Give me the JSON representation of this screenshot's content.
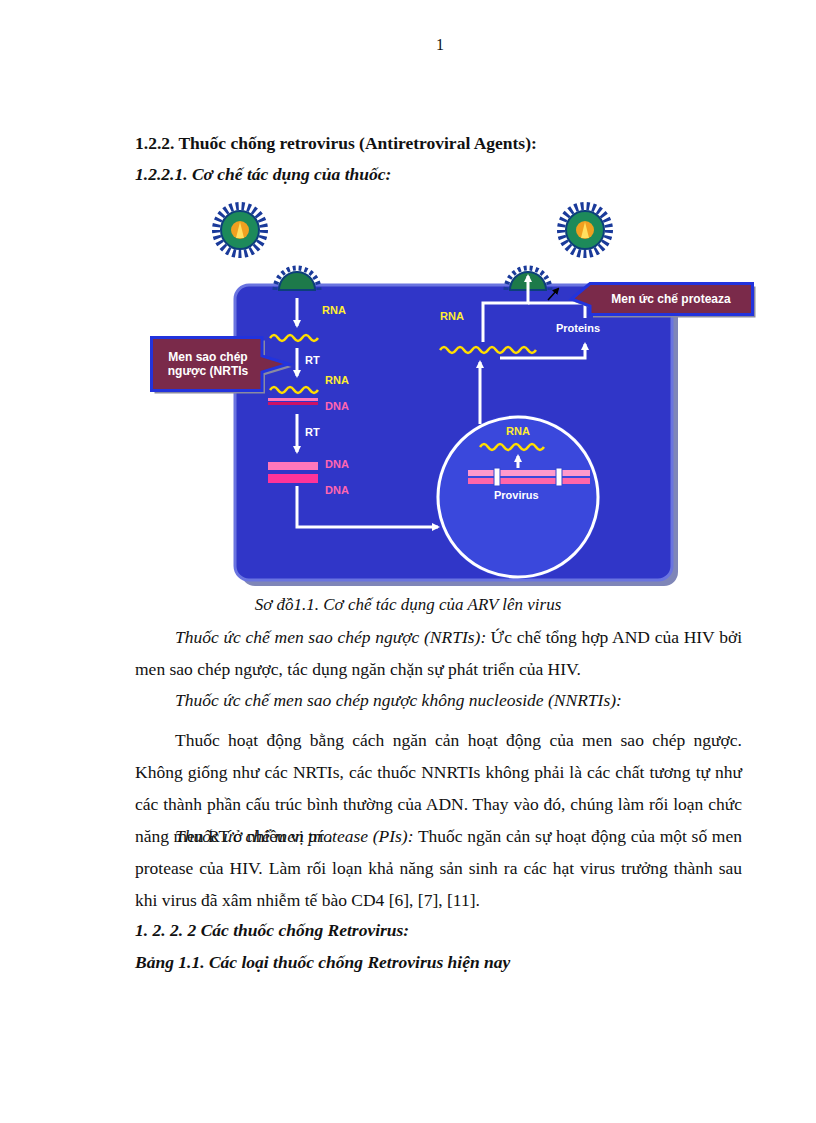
{
  "diagram": {
    "title": "1.2.2.1. Cơ chế tác dụng của thuốc:",
    "caption": "Sơ đồ1.1. Cơ chế tác dụng của ARV lên virus",
    "nodes": [
      {
        "text": [
          "Men ức chế proteaza"
        ]
      },
      {
        "text": [
          "Men sao chép ngược (NRTIs"
        ]
      },
      {
        "text": [
          "RNA",
          "Provirus"
        ]
      }
    ],
    "labels": [
      "1",
      "1.2.2. Thuốc chống retrovirus (Antiretroviral Agents):",
      "RNA",
      "RT",
      "RNA",
      "DNA",
      "RT",
      "DNA",
      "DNA",
      "RNA",
      "Proteins",
      "Thuốc ức chế men sao chép ngược (NRTIs):",
      "Ức chế tổng hợp AND của HIV bởi men sao chép ngược, tác dụng ngăn chặn sự phát triển của HIV.",
      "Thuốc ức chế men sao chép ngược không nucleoside (NNRTIs):",
      "Thuốc hoạt động bằng cách ngăn cản hoạt động của men sao chép ngược. Không giống như các NRTIs, các thuốc NNRTIs không phải là các chất tương tự như các thành phần cấu trúc bình thường của ADN. Thay vào đó, chúng làm rối loạn chức năng men RT ở nhiều vị trí .",
      "Thuốc ức chế men protease (PIs):",
      "Thuốc ngăn cản sự hoạt động của một số men protease của HIV. Làm rối loạn khả năng sản sinh ra các hạt virus trưởng thành sau khi virus đã xâm nhiễm tế bào CD4 [6], [7], [11].",
      "1. 2. 2. 2 Các thuốc chống Retrovirus:",
      "Bảng 1.1. Các loại thuốc chống Retrovirus hiện nay"
    ]
  }
}
